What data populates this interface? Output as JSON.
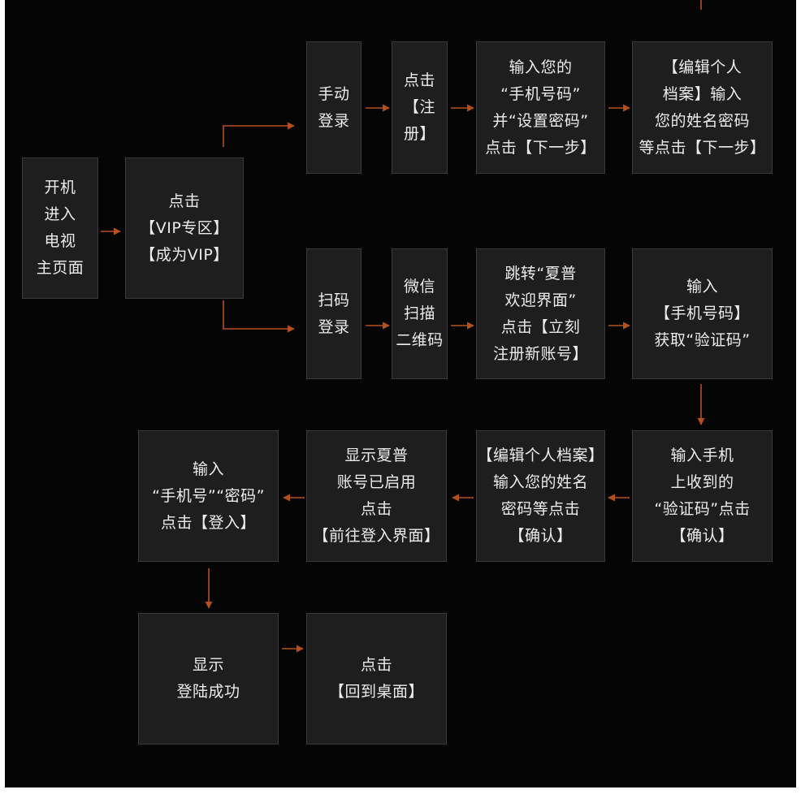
{
  "colors": {
    "background": "#050505",
    "box_fill": "#1e1e1e",
    "box_border": "#3a3a3a",
    "text": "#ececec",
    "arrow": "#b4501e"
  },
  "steps": {
    "power_on": "开机\n进入\n电视\n主页面",
    "click_vip": "点击\n【VIP专区】\n【成为VIP】",
    "manual_login": "手动\n登录",
    "click_register": "点击\n【注册】",
    "enter_phone_password": "输入您的\n“手机号码”\n并“设置密码”\n点击【下一步】",
    "edit_profile_next": "【编辑个人\n档案】输入\n您的姓名密码\n等点击【下一步】",
    "scan_login": "扫码\n登录",
    "wechat_scan": "微信\n扫描\n二维码",
    "jump_welcome": "跳转“夏普\n欢迎界面”\n点击【立刻\n注册新账号】",
    "enter_phone_get_code": "输入\n【手机号码】\n获取“验证码”",
    "enter_code_confirm": "输入手机\n上收到的\n“验证码”点击\n【确认】",
    "edit_profile_confirm": "【编辑个人档案】\n输入您的姓名\n密码等点击\n【确认】",
    "account_enabled": "显示夏普\n账号已启用\n点击\n【前往登入界面】",
    "enter_login": "输入\n“手机号”“密码”\n点击【登入】",
    "login_success": "显示\n登陆成功",
    "back_to_desktop": "点击\n【回到桌面】"
  }
}
